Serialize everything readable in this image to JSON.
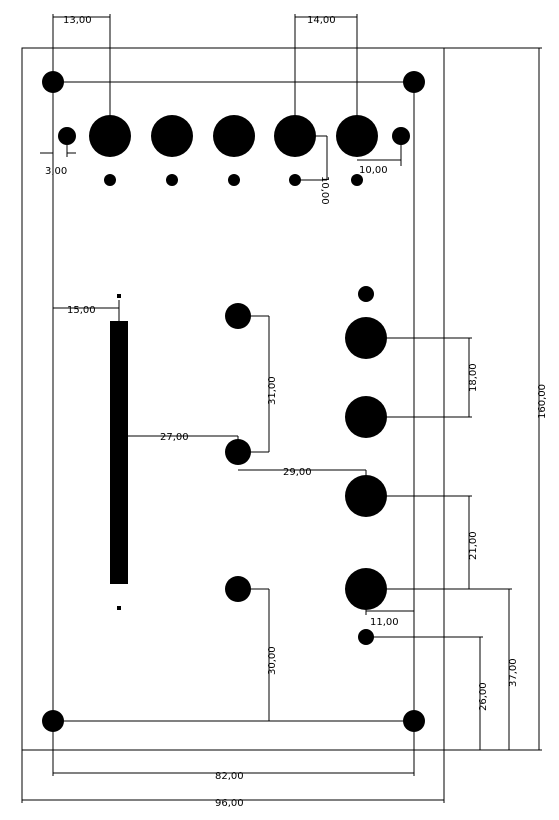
{
  "drawing": {
    "dimensions": {
      "top_left": "13,00",
      "top_right": "14,00",
      "left_offset": "3,00",
      "small_gap_a": "10,00",
      "small_gap_b": "10,00",
      "slot_offset": "15,00",
      "v_31": "31,00",
      "h_27": "27,00",
      "h_29": "29,00",
      "v_18": "18,00",
      "v_21": "21,00",
      "h_11": "11,00",
      "v_30": "30,00",
      "v_26": "26,00",
      "v_37": "37,00",
      "height_160": "160,00",
      "width_82": "82,00",
      "width_96": "96,00"
    }
  }
}
